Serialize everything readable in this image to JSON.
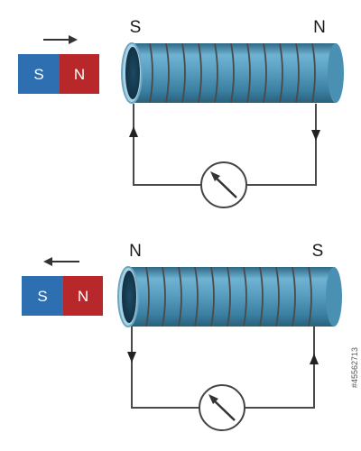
{
  "colors": {
    "magnet_south": "#2d6fb0",
    "magnet_north": "#b8282b",
    "coil_body": "#5aa0c2",
    "coil_dark": "#2f6985",
    "wire": "#4a4a4a",
    "background": "#ffffff"
  },
  "panels": [
    {
      "id": "top",
      "arrow_direction": "right",
      "magnet": {
        "left_pole": "S",
        "right_pole": "N"
      },
      "coil_left_label": "S",
      "coil_right_label": "N",
      "current_left": "up",
      "current_right": "down"
    },
    {
      "id": "bottom",
      "arrow_direction": "left",
      "magnet": {
        "left_pole": "S",
        "right_pole": "N"
      },
      "coil_left_label": "N",
      "coil_right_label": "S",
      "current_left": "down",
      "current_right": "up"
    }
  ],
  "image_id": "#45562713",
  "icons": [
    "arrow-right-icon",
    "arrow-left-icon",
    "galvanometer-icon"
  ]
}
